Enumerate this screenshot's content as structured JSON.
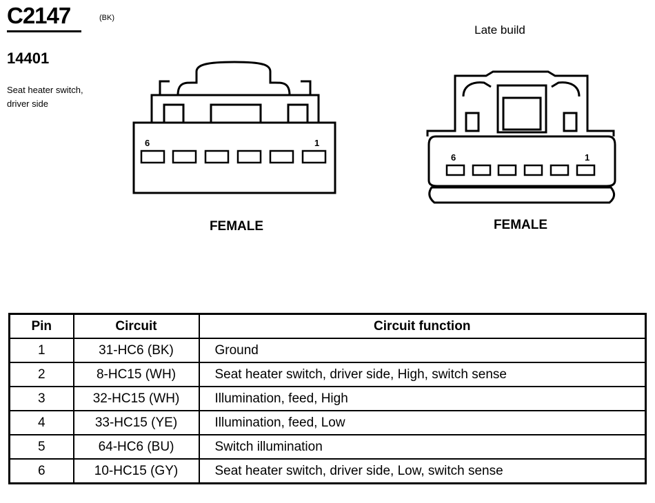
{
  "connector": {
    "id": "C2147",
    "color_code": "(BK)",
    "part_number": "14401",
    "description_line1": "Seat heater switch,",
    "description_line2": "driver side"
  },
  "views": {
    "standard": {
      "gender": "FEMALE",
      "pin_first": "6",
      "pin_last": "1"
    },
    "late": {
      "title": "Late build",
      "gender": "FEMALE",
      "pin_first": "6",
      "pin_last": "1"
    }
  },
  "table": {
    "headers": {
      "pin": "Pin",
      "circuit": "Circuit",
      "function": "Circuit function"
    },
    "rows": [
      {
        "pin": "1",
        "circuit": "31-HC6 (BK)",
        "function": "Ground"
      },
      {
        "pin": "2",
        "circuit": "8-HC15 (WH)",
        "function": "Seat heater switch, driver side, High, switch sense"
      },
      {
        "pin": "3",
        "circuit": "32-HC15 (WH)",
        "function": "Illumination, feed, High"
      },
      {
        "pin": "4",
        "circuit": "33-HC15 (YE)",
        "function": "Illumination, feed, Low"
      },
      {
        "pin": "5",
        "circuit": "64-HC6 (BU)",
        "function": "Switch illumination"
      },
      {
        "pin": "6",
        "circuit": "10-HC15 (GY)",
        "function": "Seat heater switch, driver side, Low, switch sense"
      }
    ]
  }
}
